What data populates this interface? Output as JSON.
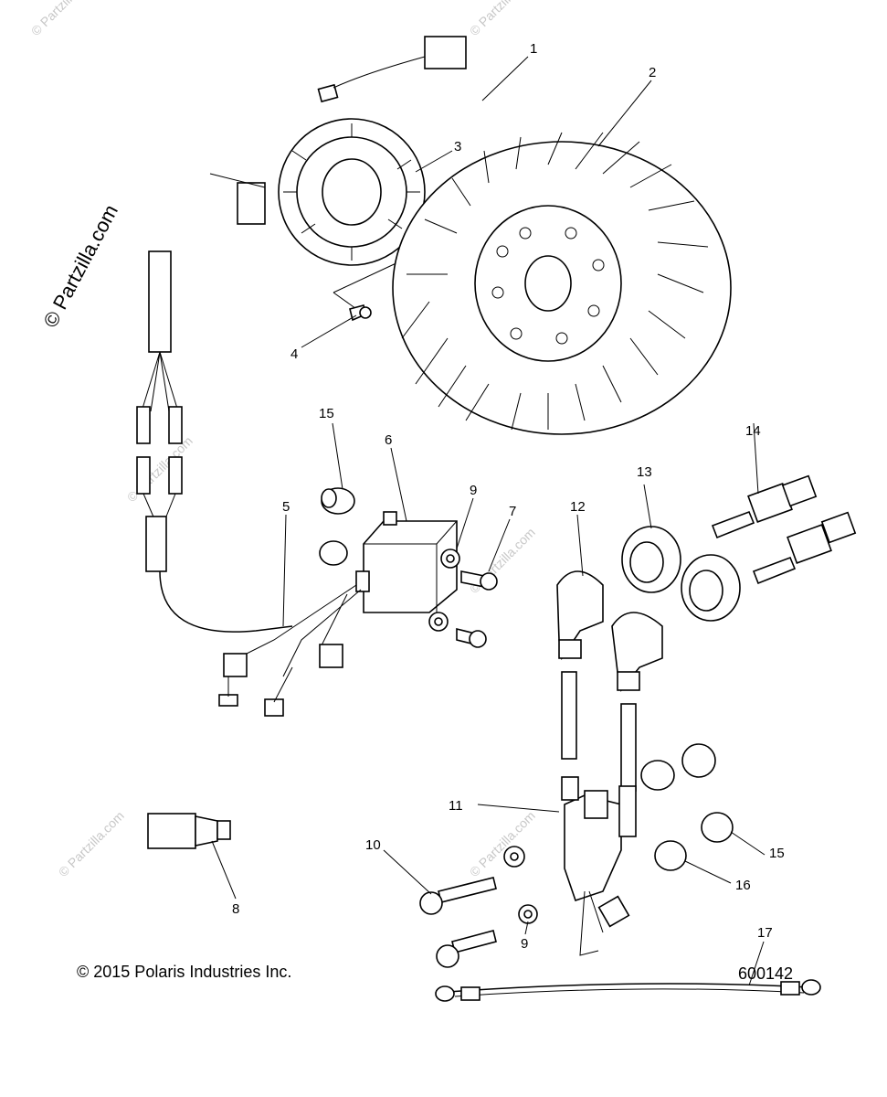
{
  "callouts": [
    "1",
    "2",
    "3",
    "4",
    "5",
    "6",
    "7",
    "8",
    "9",
    "9",
    "10",
    "11",
    "12",
    "13",
    "14",
    "15",
    "15",
    "16",
    "17"
  ],
  "watermark": "© Partzilla.com",
  "footer": {
    "copyright": "© 2015 Polaris Industries Inc.",
    "doc_number": "600142"
  }
}
